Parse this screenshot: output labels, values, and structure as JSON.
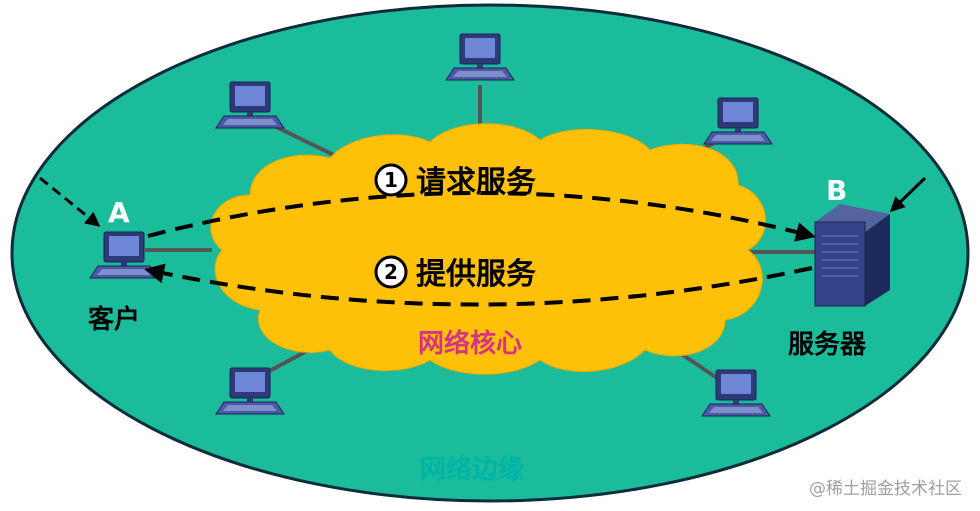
{
  "labels": {
    "client_letter": "A",
    "client_name": "客户",
    "server_letter": "B",
    "server_name": "服务器",
    "request_number": "1",
    "request_text": "请求服务",
    "response_number": "2",
    "response_text": "提供服务",
    "core_label": "网络核心",
    "edge_label": "网络边缘",
    "watermark": "@稀土掘金技术社区"
  },
  "colors": {
    "edge_fill": "#1ABC9C",
    "core_fill": "#FFC107",
    "core_label": "#D63384",
    "edge_label": "#00B5A8",
    "text": "#000000",
    "arrow": "#000000",
    "host_body": "#3B4B8C",
    "server_body": "#2C3E7A"
  },
  "icons": {
    "host": "desktop-computer-icon",
    "server": "server-tower-icon"
  }
}
